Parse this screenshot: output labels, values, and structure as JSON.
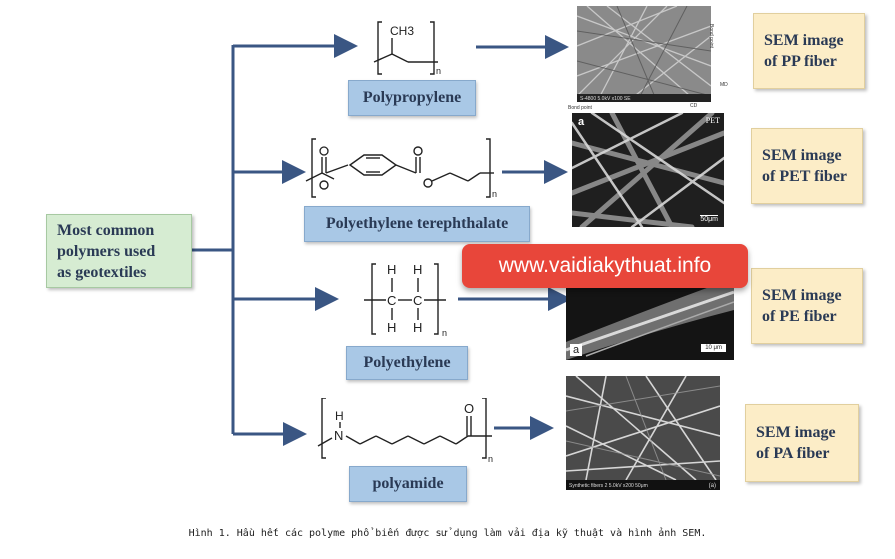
{
  "main_box": {
    "lines": [
      "Most common",
      "polymers used",
      "as geotextiles"
    ]
  },
  "polymers": [
    {
      "name": "Polypropylene",
      "sem_lines": [
        "SEM image",
        "of PP fiber"
      ]
    },
    {
      "name": "Polyethylene terephthalate",
      "sem_lines": [
        "SEM image",
        "of PET fiber"
      ]
    },
    {
      "name": "Polyethylene",
      "sem_lines": [
        "SEM image",
        "of PE fiber"
      ]
    },
    {
      "name": "polyamide",
      "sem_lines": [
        "SEM image",
        "of PA fiber"
      ]
    }
  ],
  "structures": {
    "pp": {
      "ch3": "CH3",
      "n": "n"
    },
    "pet": {
      "n": "n"
    },
    "pe": {
      "h": "H",
      "c": "C",
      "n": "n"
    },
    "pa": {
      "h": "H",
      "nitrogen": "N",
      "oxygen": "O",
      "n": "n"
    }
  },
  "sem_images": {
    "pp": {
      "side_labels": [
        "Bond point",
        "MD"
      ],
      "bottom_label": "CD",
      "footer": "S-4800 5.0kV x100 SE"
    },
    "pet": {
      "corner": "a",
      "corner_right": "PET",
      "scale": "50μm",
      "top_label": "Bond point"
    },
    "pe": {
      "corner": "a",
      "scale": "10 μm"
    },
    "pa": {
      "footer": "Synthetic fibers 2   5.0kV x200   50μm",
      "corner": "(a)"
    }
  },
  "watermark": "www.vaidiakythuat.info",
  "caption": "Hình 1. Hầu hết các polyme phổ biến được sử dụng làm vải địa kỹ thuật và hình ảnh SEM.",
  "colors": {
    "arrow": "#3a5683",
    "main_fill": "#d6ecd2",
    "name_fill": "#a9c8e6",
    "sem_label_fill": "#fcedc7",
    "watermark_fill": "#e8463a"
  }
}
